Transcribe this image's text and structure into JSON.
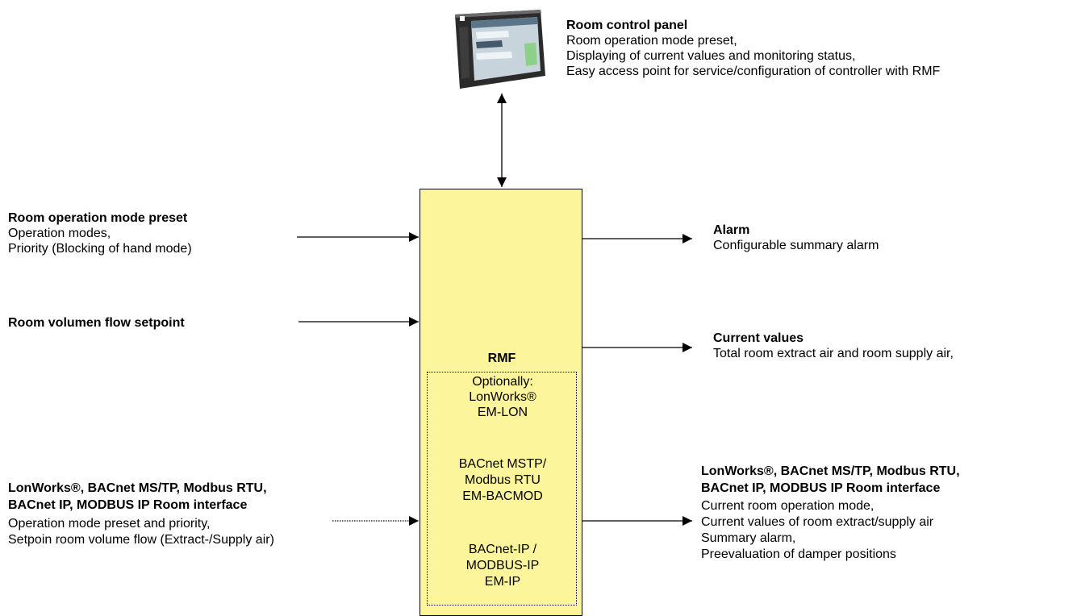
{
  "panel": {
    "title": "Room control panel",
    "lines": [
      "Room operation mode preset,",
      "Displaying of current values and monitoring status,",
      "Easy access point for service/configuration of controller with RMF"
    ]
  },
  "left": {
    "mode_title": "Room operation mode preset",
    "mode_lines": [
      "Operation modes,",
      "Priority (Blocking of hand mode)"
    ],
    "flow_title": "Room volumen flow setpoint",
    "iface_title_lines": [
      "LonWorks®, BACnet MS/TP, Modbus RTU,",
      "BACnet IP, MODBUS IP  Room interface"
    ],
    "iface_lines": [
      "Operation mode preset and priority,",
      "Setpoin room volume flow (Extract-/Supply air)"
    ]
  },
  "center": {
    "title": "RMF",
    "options": [
      "Optionally:",
      "LonWorks®",
      "EM-LON",
      "BACnet MSTP/",
      "Modbus RTU",
      "EM-BACMOD",
      "BACnet-IP /",
      "MODBUS-IP",
      "EM-IP"
    ]
  },
  "right": {
    "alarm_title": "Alarm",
    "alarm_lines": [
      "Configurable summary alarm"
    ],
    "values_title": "Current values",
    "values_lines": [
      "Total room extract air and room supply air,"
    ],
    "iface_title_lines": [
      "LonWorks®, BACnet MS/TP, Modbus RTU,",
      "BACnet IP, MODBUS IP  Room interface"
    ],
    "iface_lines": [
      "Current room operation mode,",
      "Current values of room extract/supply air",
      "Summary alarm,",
      "Preevaluation of damper positions"
    ]
  }
}
